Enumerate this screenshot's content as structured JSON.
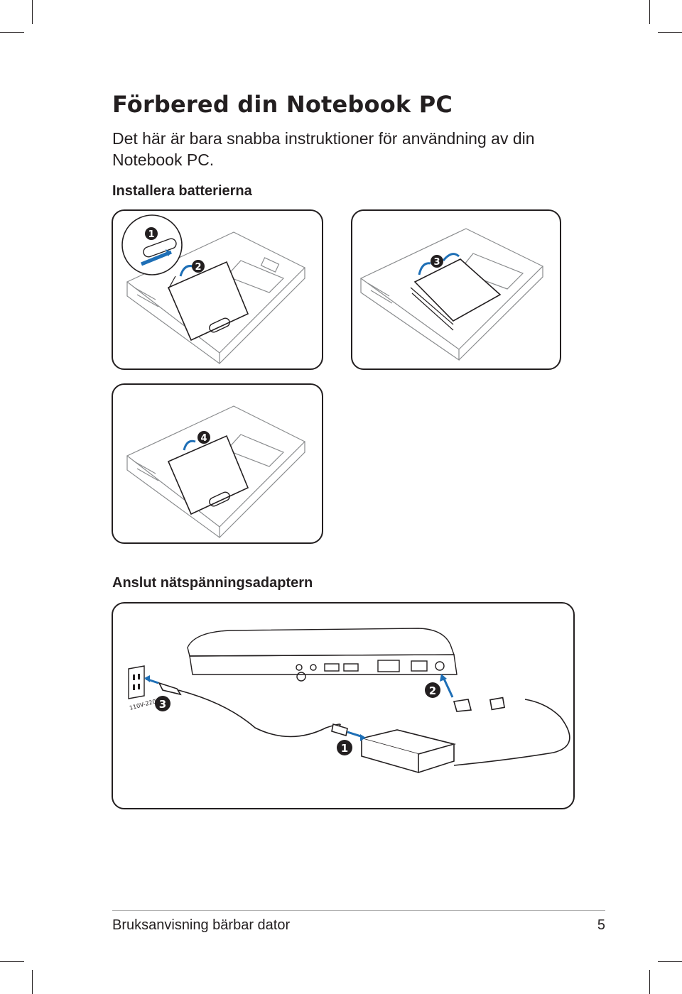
{
  "page": {
    "title": "Förbered din Notebook PC",
    "intro_line1": "Det här är bara snabba instruktioner för användning av din",
    "intro_line2": "Notebook PC."
  },
  "battery_section": {
    "heading": "Installera batterierna",
    "steps": [
      "1",
      "2",
      "3",
      "4"
    ]
  },
  "adapter_section": {
    "heading": "Anslut nätspänningsadaptern",
    "steps": [
      "1",
      "2",
      "3"
    ],
    "outlet_label": "110V-220V"
  },
  "footer": {
    "manual_title": "Bruksanvisning bärbar dator",
    "page_number": "5"
  },
  "colors": {
    "text": "#231f20",
    "accent_blue": "#1e6fb6",
    "line_art": "#8a8c8e"
  }
}
